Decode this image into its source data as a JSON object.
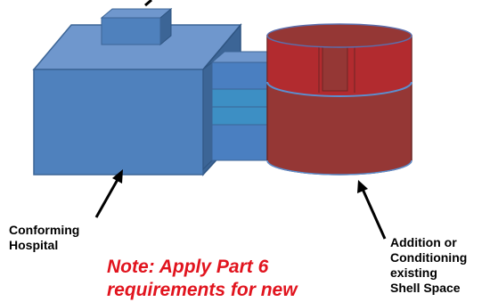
{
  "labels": {
    "hospital": "Conforming\nHospital",
    "addition": "Addition or\nConditioning\nexisting\nShell Space"
  },
  "note": {
    "text": "Note:  Apply Part 6\nrequirements for new"
  },
  "colors": {
    "building_front": "#4f81bd",
    "building_top": "#6f97cd",
    "building_side": "#3c6596",
    "connector_front": "#4a7fc1",
    "connector_band": "#3d8fc4",
    "cylinder_body": "#953735",
    "cylinder_top_band": "#b22b2f",
    "arrow": "#000000",
    "note_text": "#e1141e"
  }
}
